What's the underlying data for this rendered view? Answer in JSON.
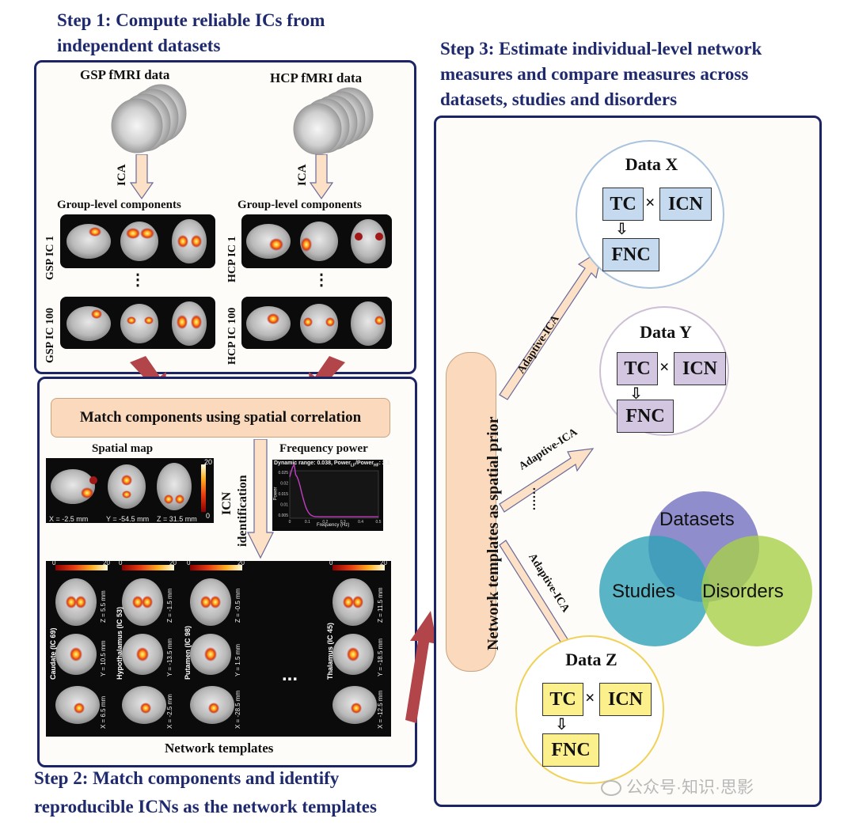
{
  "step1": {
    "title_line1": "Step 1: Compute reliable ICs from",
    "title_line2": "independent datasets"
  },
  "step2": {
    "title_line1": "Step 2: Match components and identify",
    "title_line2": "reproducible ICNs as the network templates"
  },
  "step3": {
    "title_line1": "Step 3:  Estimate individual-level network",
    "title_line2": "measures and compare measures across",
    "title_line3": "datasets, studies and disorders"
  },
  "gsp": {
    "data_label": "GSP fMRI data",
    "ica": "ICA",
    "group_label": "Group-level components",
    "ic_first": "GSP IC 1",
    "ic_last": "GSP IC 100"
  },
  "hcp": {
    "data_label": "HCP fMRI data",
    "ica": "ICA",
    "group_label": "Group-level components",
    "ic_first": "HCP IC 1",
    "ic_last": "HCP IC 100"
  },
  "ellipsis_v": "⋮",
  "match": "Match components using spatial correlation",
  "spatial_map": {
    "label": "Spatial map",
    "x": "X = -2.5 mm",
    "y": "Y = -54.5 mm",
    "z": "Z = 31.5 mm",
    "cbar_max": "20",
    "cbar_min": "0"
  },
  "freq": {
    "label": "Frequency power",
    "plot_title": "Dynamic range: 0.038, Power",
    "plot_title_sub1": "LF",
    "plot_title_mid": "/Power",
    "plot_title_sub2": "HF",
    "plot_title_end": ": 2.1",
    "xlabel": "Frequency (Hz)",
    "ylabel": "Power",
    "xticks": [
      "0",
      "0.1",
      "0.2",
      "0.3",
      "0.4",
      "0.5"
    ],
    "yticks": [
      "0.025",
      "0.02",
      "0.015",
      "0.01",
      "0.005"
    ]
  },
  "icn_identification": {
    "line1": "ICN",
    "line2": "identification"
  },
  "templates": {
    "label": "Network templates",
    "ellipsis": "...",
    "cbar_min": "0",
    "cbar_max": "20",
    "items": [
      {
        "name": "Caudate (IC 69)",
        "z": "Z = 5.5 mm",
        "y": "Y = 10.5 mm",
        "x": "X = 6.5 mm"
      },
      {
        "name": "Hypothalamus (IC 53)",
        "z": "Z = -1.5 mm",
        "y": "Y = -13.5 mm",
        "x": "X = -2.5 mm"
      },
      {
        "name": "Putamen (IC 98)",
        "z": "Z = -0.5 mm",
        "y": "Y = 1.5 mm",
        "x": "X = -28.5 mm"
      },
      {
        "name": "Thalamus (IC 45)",
        "z": "Z = 11.5 mm",
        "y": "Y = -18.5 mm",
        "x": "X = -12.5 mm"
      }
    ]
  },
  "prior": "Network templates as spatial prior",
  "adaptive": "Adaptive-ICA",
  "dots": "......",
  "data": [
    {
      "title": "Data X",
      "tc": "TC",
      "times": "×",
      "icn": "ICN",
      "arrow": "⇩",
      "fnc": "FNC",
      "ring": "#a9c3de",
      "fill": "#c5d9ef"
    },
    {
      "title": "Data Y",
      "tc": "TC",
      "times": "×",
      "icn": "ICN",
      "arrow": "⇩",
      "fnc": "FNC",
      "ring": "#cdbfd6",
      "fill": "#d2c6e0"
    },
    {
      "title": "Data Z",
      "tc": "TC",
      "times": "×",
      "icn": "ICN",
      "arrow": "⇩",
      "fnc": "FNC",
      "ring": "#f0d25a",
      "fill": "#fcf08c"
    }
  ],
  "venn": {
    "a": "Datasets",
    "b": "Studies",
    "c": "Disorders",
    "color_a": "#7d79c6",
    "color_b": "#2fa3b8",
    "color_c": "#a8cf4a"
  },
  "watermark": "公众号·知识·思影",
  "colors": {
    "navy": "#1c2466",
    "arrow_red": "#b2454a",
    "peach": "#fbd9bc"
  }
}
